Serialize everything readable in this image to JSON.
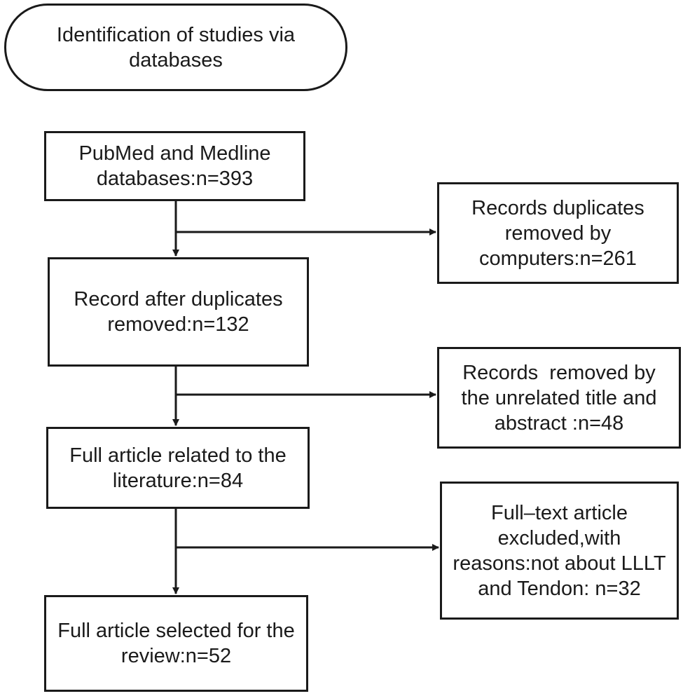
{
  "flowchart": {
    "start": {
      "text": "Identification of studies via databases"
    },
    "main_steps": [
      {
        "id": "pubmed",
        "text": "PubMed and Medline databases:n=393"
      },
      {
        "id": "dedup",
        "text": "Record after duplicates removed:n=132"
      },
      {
        "id": "related",
        "text": "Full article related to the literature:n=84"
      },
      {
        "id": "selected",
        "text": "Full article selected for the review:n=52"
      }
    ],
    "exclusions": [
      {
        "id": "duplicates",
        "text": "Records duplicates removed by computers:n=261"
      },
      {
        "id": "title_abstract",
        "text": "Records  removed by the unrelated title and abstract :n=48"
      },
      {
        "id": "fulltext",
        "text": "Full–text article excluded,with reasons:not about LLLT and Tendon: n=32"
      }
    ]
  },
  "colors": {
    "line": "#1a1a1a",
    "background": "#ffffff"
  }
}
